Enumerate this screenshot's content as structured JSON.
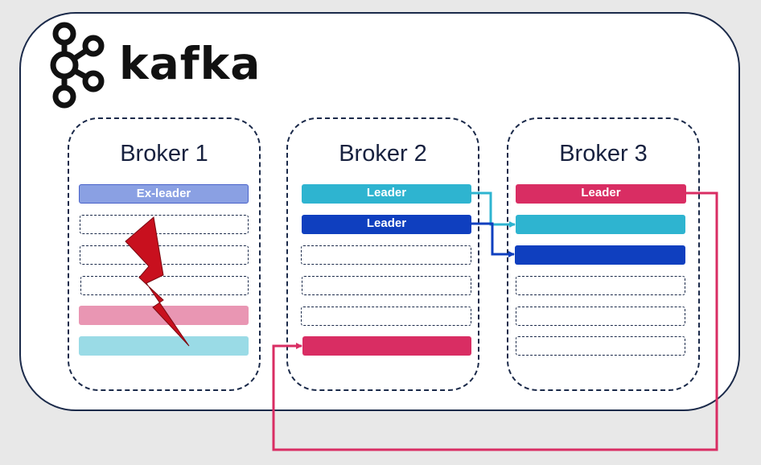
{
  "brand": {
    "name": "kafka"
  },
  "brokers": [
    {
      "title": "Broker 1",
      "partitions": [
        {
          "label": "Ex-leader",
          "color": "#8aa0e3"
        },
        {
          "label": "",
          "color": ""
        },
        {
          "label": "",
          "color": ""
        },
        {
          "label": "",
          "color": ""
        },
        {
          "label": "",
          "color": "#e996b3"
        },
        {
          "label": "",
          "color": "#9adbe6"
        }
      ]
    },
    {
      "title": "Broker 2",
      "partitions": [
        {
          "label": "Leader",
          "color": "#2eb4d0"
        },
        {
          "label": "Leader",
          "color": "#0f3fbf"
        },
        {
          "label": "",
          "color": ""
        },
        {
          "label": "",
          "color": ""
        },
        {
          "label": "",
          "color": ""
        },
        {
          "label": "",
          "color": "#d92d63"
        }
      ]
    },
    {
      "title": "Broker 3",
      "partitions": [
        {
          "label": "Leader",
          "color": "#d92d63"
        },
        {
          "label": "",
          "color": "#2eb4d0"
        },
        {
          "label": "",
          "color": "#0f3fbf"
        },
        {
          "label": "",
          "color": ""
        },
        {
          "label": "",
          "color": ""
        },
        {
          "label": "",
          "color": ""
        }
      ]
    }
  ],
  "colors": {
    "cyan": "#2eb4d0",
    "blue": "#0f3fbf",
    "pink": "#d92d63",
    "failure": "#c8101e",
    "outline": "#1b2a4a"
  },
  "icons": [
    "kafka-logo-icon",
    "lightning-bolt-icon"
  ]
}
